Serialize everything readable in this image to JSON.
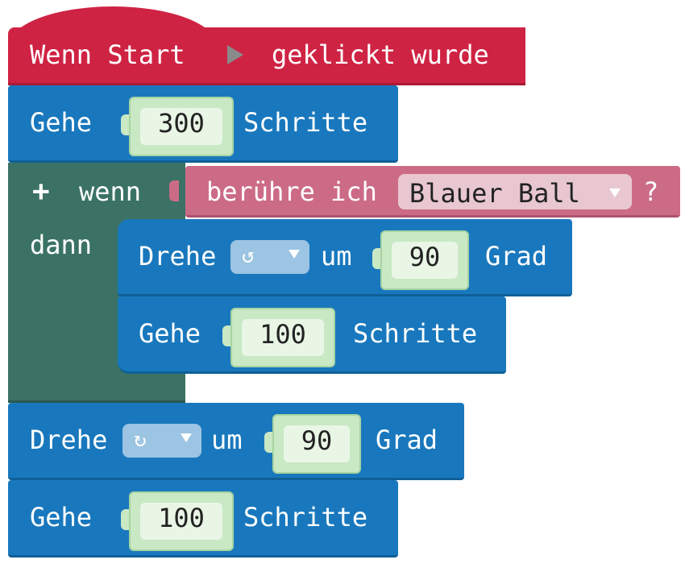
{
  "event": {
    "prefix": "Wenn Start",
    "suffix": "geklickt wurde"
  },
  "move1": {
    "label": "Gehe",
    "value": "300",
    "unit": "Schritte"
  },
  "if_block": {
    "plus": "+",
    "if_label": "wenn",
    "then_label": "dann",
    "condition": {
      "prefix": "berühre ich",
      "target": "Blauer Ball",
      "suffix": "?"
    },
    "inner_turn": {
      "label": "Drehe",
      "dir_icon": "↺",
      "mid": "um",
      "value": "90",
      "unit": "Grad"
    },
    "inner_move": {
      "label": "Gehe",
      "value": "100",
      "unit": "Schritte"
    }
  },
  "turn2": {
    "label": "Drehe",
    "dir_icon": "↻",
    "mid": "um",
    "value": "90",
    "unit": "Grad"
  },
  "move2": {
    "label": "Gehe",
    "value": "100",
    "unit": "Schritte"
  },
  "colors": {
    "event": "#cf2344",
    "motion": "#1978bd",
    "logic": "#3b7265",
    "sensing": "#cc6b86",
    "number_field": "#c9e8c4"
  }
}
